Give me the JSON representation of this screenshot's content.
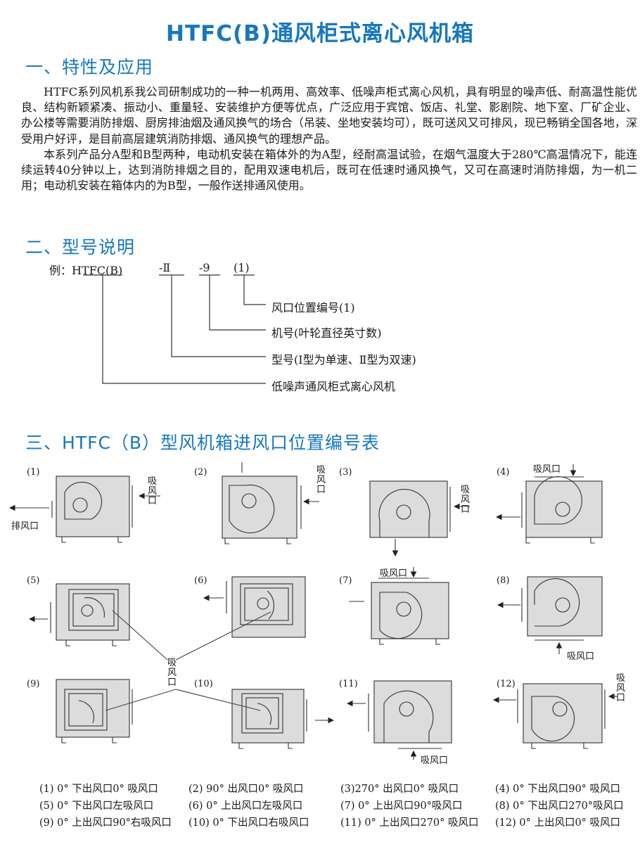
{
  "title": "HTFC(B)通风柜式离心风机箱",
  "section1": {
    "heading": "一、特性及应用",
    "para1": "HTFC系列风机系我公司研制成功的一种一机两用、高效率、低噪声柜式离心风机，具有明显的噪声低、耐高温性能优良、结构新颖紧凑、振动小、重量轻、安装维护方便等优点，广泛应用于宾馆、饭店、礼堂、影剧院、地下室、厂矿企业、办公楼等需要消防排烟、厨房排油烟及通风换气的场合（吊装、坐地安装均可），既可送风又可排风，现已畅销全国各地，深受用户好评，是目前高层建筑消防排烟、通风换气的理想产品。",
    "para2": "本系列产品分A型和B型两种，电动机安装在箱体外的为A型，经耐高温试验，在烟气温度大于280℃高温情况下，能连续运转40分钟以上，达到消防排烟之目的，配用双速电机后，既可在低速时通风换气，又可在高速时消防排烟，为一机二用；电动机安装在箱体内的为B型，一般作送排通风使用。"
  },
  "section2": {
    "heading": "二、型号说明",
    "example_prefix": "例：HTFC(B)",
    "part_type": "-Ⅱ",
    "part_no": "-9",
    "part_pos": "(1)",
    "label_pos": "风口位置编号(1)",
    "label_no": "机号(叶轮直径英寸数)",
    "label_type": "型号(Ⅰ型为单速、Ⅱ型为双速)",
    "label_name": "低噪声通风柜式离心风机"
  },
  "section3": {
    "heading": "三、HTFC（B）型风机箱进风口位置编号表",
    "numbers": [
      "(1)",
      "(2)",
      "(3)",
      "(4)",
      "(5)",
      "(6)",
      "(7)",
      "(8)",
      "(9)",
      "(10)",
      "(11)",
      "(12)"
    ],
    "label_exhaust": "排风口",
    "label_suction": "吸风口",
    "label_suction_v": "吸\n风\n口",
    "legend": [
      "(1) 0° 下出风口0° 吸风口",
      "(2) 90° 出风口0° 吸风口",
      "(3)270° 出风口0° 吸风口",
      "(4)  0° 下出风口90° 吸风口",
      "(5) 0° 下出风口左吸风口",
      "(6) 0° 上出风口左吸风口",
      "(7) 0° 上出风口90°吸风口",
      "(8)  0° 下出风口270°吸风口",
      "(9) 0° 上出风口90°右吸风口",
      "(10) 0° 下出风口右吸风口",
      "(11) 0° 上出风口270° 吸风口",
      "(12) 0° 上出风口0° 吸风口"
    ]
  },
  "colors": {
    "accent": "#1577c4",
    "box_fill": "#dcdcdc",
    "line": "#333333"
  }
}
